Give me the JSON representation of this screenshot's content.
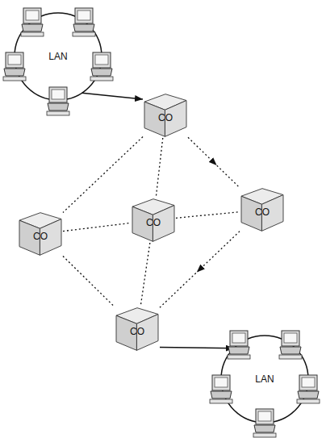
{
  "diagram": {
    "nodes": [
      {
        "text": [
          "LAN"
        ]
      },
      {
        "text": [
          "CO"
        ]
      },
      {
        "text": [
          "CO"
        ]
      },
      {
        "text": [
          "CO"
        ]
      },
      {
        "text": [
          "CO"
        ]
      },
      {
        "text": [
          "CO"
        ]
      },
      {
        "text": [
          "LAN"
        ]
      }
    ],
    "edges": [
      {
        "from": 0,
        "to": 1,
        "arrow": "to"
      },
      {
        "from": 1,
        "to": 2,
        "arrow": "none"
      },
      {
        "from": 1,
        "to": 3,
        "arrow": "none"
      },
      {
        "from": 1,
        "to": 4,
        "arrow": "to"
      },
      {
        "from": 2,
        "to": 3,
        "arrow": "none"
      },
      {
        "from": 3,
        "to": 4,
        "arrow": "none"
      },
      {
        "from": 2,
        "to": 5,
        "arrow": "none"
      },
      {
        "from": 3,
        "to": 5,
        "arrow": "none"
      },
      {
        "from": 4,
        "to": 5,
        "arrow": "to"
      },
      {
        "from": 5,
        "to": 6,
        "arrow": "to"
      }
    ]
  }
}
